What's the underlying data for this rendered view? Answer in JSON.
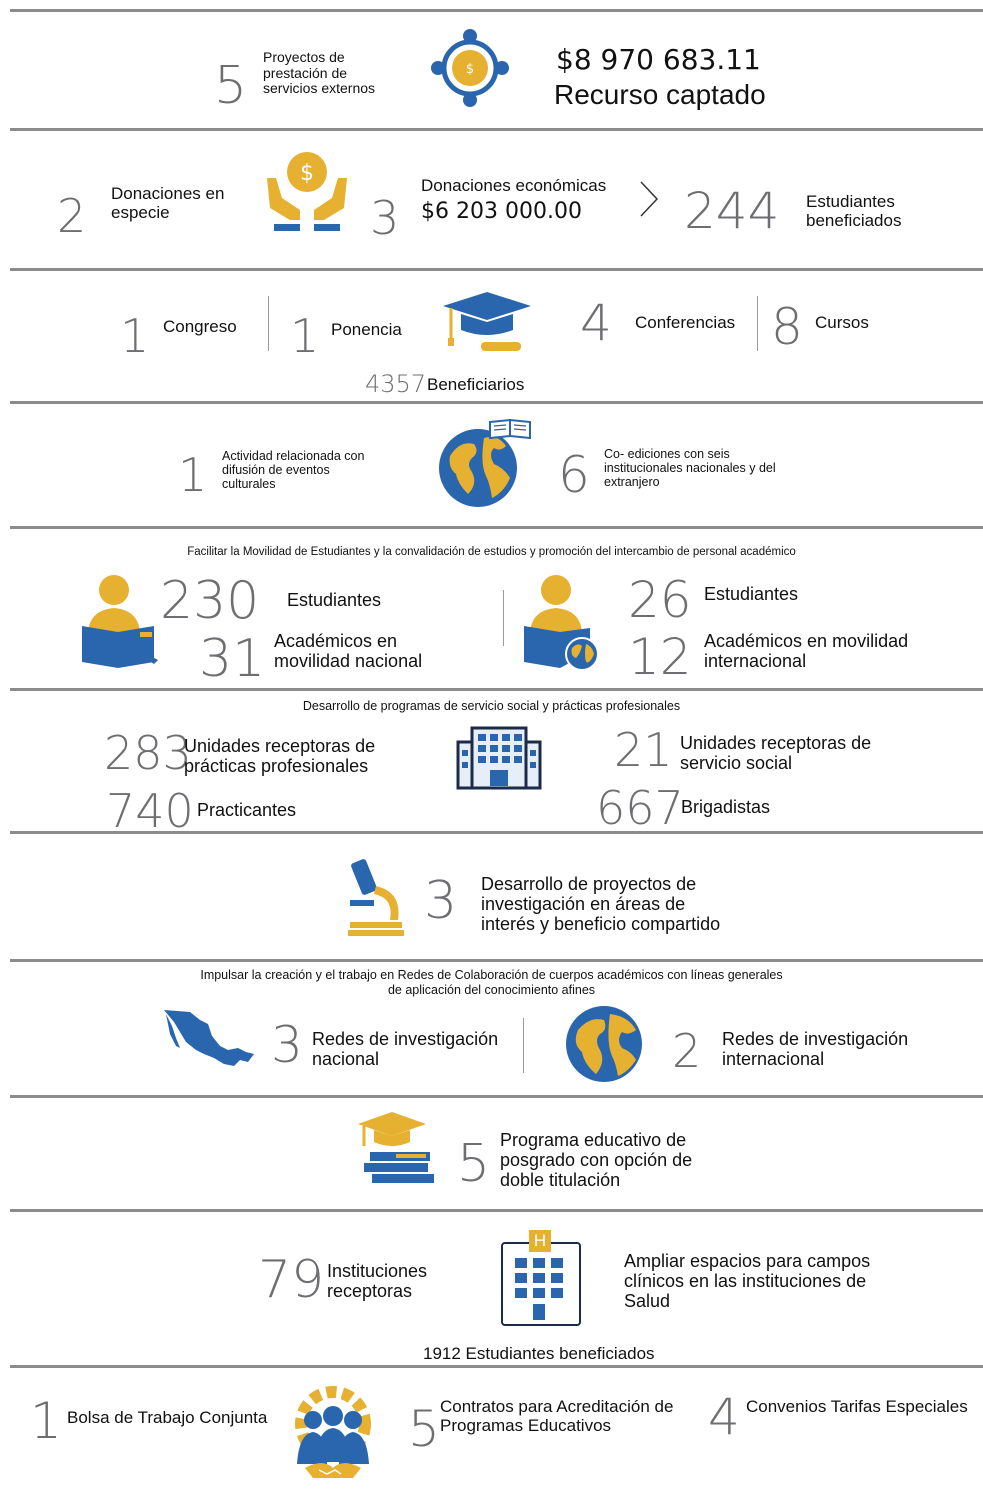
{
  "colors": {
    "gold": "#e6b030",
    "blue": "#2966ad",
    "gray": "#6d6e71",
    "rule": "#8c8c8c"
  },
  "s1": {
    "count": "5",
    "label": "Proyectos de prestación de servicios externos",
    "amount": "$8 970 683.11",
    "amount_label": "Recurso captado",
    "icon": "network-money-icon"
  },
  "s2": {
    "count1": "2",
    "label1": "Donaciones en especie",
    "icon": "hands-donation-icon",
    "count2": "3",
    "label2": "Donaciones económicas",
    "amount": "$6 203 000.00",
    "count3": "244",
    "label3": "Estudiantes beneficiados"
  },
  "s3": {
    "n1": "1",
    "l1": "Congreso",
    "n2": "1",
    "l2": "Ponencia",
    "icon": "graduation-cap-icon",
    "n3": "4",
    "l3": "Conferencias",
    "n4": "8",
    "l4": "Cursos",
    "ben_n": "4357",
    "ben_l": "Beneficiarios"
  },
  "s4": {
    "n1": "1",
    "l1": "Actividad relacionada con difusión de eventos culturales",
    "icon": "globe-book-icon",
    "n2": "6",
    "l2": "Co- ediciones con seis institucionales nacionales y del extranjero"
  },
  "s5": {
    "header": "Facilitar la Movilidad de Estudiantes y la convalidación de estudios y promoción del intercambio de personal académico",
    "nat_students_n": "230",
    "nat_students_l": "Estudiantes",
    "nat_acad_n": "31",
    "nat_acad_l": "Académicos en movilidad nacional",
    "int_students_n": "26",
    "int_students_l": "Estudiantes",
    "int_acad_n": "12",
    "int_acad_l": "Académicos en movilidad internacional"
  },
  "s6": {
    "header": "Desarrollo de programas de servicio social y prácticas profesionales",
    "n1": "283",
    "l1": "Unidades receptoras de prácticas profesionales",
    "n2": "740",
    "l2": "Practicantes",
    "n3": "21",
    "l3": "Unidades receptoras de servicio social",
    "n4": "667",
    "l4": "Brigadistas",
    "icon": "building-icon"
  },
  "s7": {
    "n": "3",
    "l": "Desarrollo de proyectos de investigación en áreas de interés y beneficio compartido",
    "icon": "microscope-icon"
  },
  "s8": {
    "header1": "Impulsar la creación y el trabajo en Redes de Colaboración de cuerpos académicos con líneas generales",
    "header2": "de aplicación del conocimiento afines",
    "n1": "3",
    "l1": "Redes de investigación nacional",
    "n2": "2",
    "l2": "Redes de investigación internacional"
  },
  "s9": {
    "n": "5",
    "l": "Programa educativo de posgrado con opción de doble titulación",
    "icon": "books-cap-icon"
  },
  "s10": {
    "n": "79",
    "l": "Instituciones receptoras",
    "icon": "hospital-icon",
    "hospital_letter": "H",
    "text": "Ampliar espacios para campos clínicos en las instituciones de Salud",
    "footer": "1912 Estudiantes beneficiados"
  },
  "s11": {
    "n1": "1",
    "l1": "Bolsa de Trabajo Conjunta",
    "icon": "teamwork-gear-icon",
    "n2": "5",
    "l2": "Contratos para Acreditación de Programas Educativos",
    "n3": "4",
    "l3": "Convenios Tarifas Especiales"
  }
}
